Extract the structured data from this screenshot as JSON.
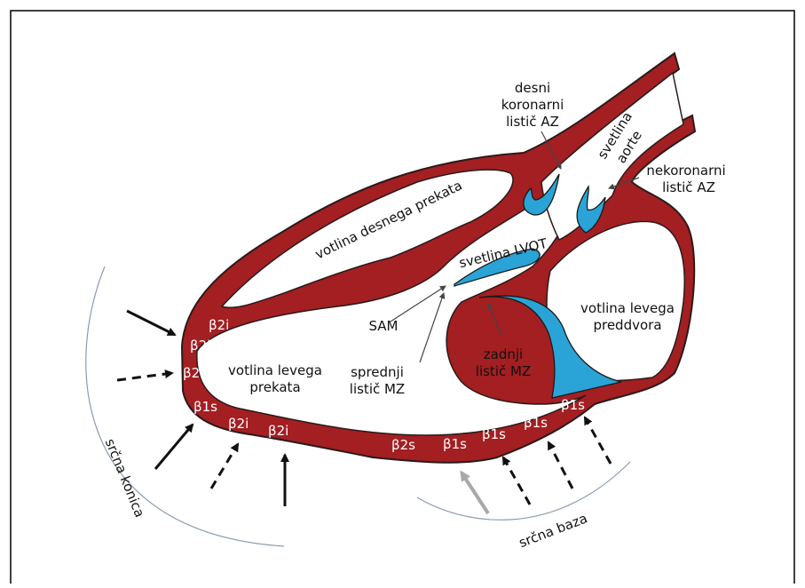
{
  "colors": {
    "myocardium": "#a31f22",
    "valve": "#2aa3d6",
    "outline": "#2a1a1a",
    "arrow_black": "#111111",
    "arrow_gray": "#a8a8a8",
    "guide_line": "#8a9bb0",
    "frame": "#000000"
  },
  "labels": {
    "desni_line1": "desni",
    "desni_line2": "koronarni",
    "desni_line3": "listič AZ",
    "aorta_line1": "svetlina",
    "aorta_line2": "aorte",
    "nekoronarni_line1": "nekoronarni",
    "nekoronarni_line2": "listič AZ",
    "rv_cavity": "votlina desnega prekata",
    "lvot": "svetlina LVOT",
    "sam": "SAM",
    "la_line1": "votlina levega",
    "la_line2": "preddvora",
    "lv_line1": "votlina levega",
    "lv_line2": "prekata",
    "anterior_line1": "sprednji",
    "anterior_line2": "listič MZ",
    "posterior_line1": "zadnji",
    "posterior_line2": "listič MZ",
    "apex": "srčna konica",
    "base": "srčna baza"
  },
  "segments": [
    "β2i",
    "β2i",
    "β2i",
    "β1s",
    "β2i",
    "β2i",
    "β2s",
    "β1s",
    "β1s",
    "β1s",
    "β1s"
  ]
}
